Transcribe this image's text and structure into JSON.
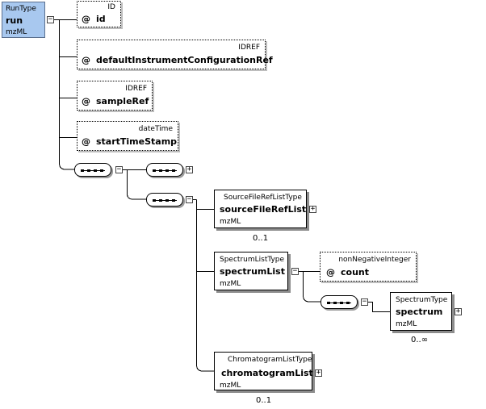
{
  "root": {
    "type": "RunType",
    "name": "run",
    "namespace": "mzML"
  },
  "attributes": [
    {
      "type": "ID",
      "marker": "@",
      "name": "id"
    },
    {
      "type": "IDREF",
      "marker": "@",
      "name": "defaultInstrumentConfigurationRef"
    },
    {
      "type": "IDREF",
      "marker": "@",
      "name": "sampleRef"
    },
    {
      "type": "dateTime",
      "marker": "@",
      "name": "startTimeStamp"
    }
  ],
  "elements": {
    "sourceFileRefList": {
      "type": "SourceFileRefListType",
      "name": "sourceFileRefList",
      "namespace": "mzML",
      "cardinality": "0..1"
    },
    "spectrumList": {
      "type": "SpectrumListType",
      "name": "spectrumList",
      "namespace": "mzML"
    },
    "count": {
      "type": "nonNegativeInteger",
      "marker": "@",
      "name": "count"
    },
    "spectrum": {
      "type": "SpectrumType",
      "name": "spectrum",
      "namespace": "mzML",
      "cardinality": "0..∞"
    },
    "chromatogramList": {
      "type": "ChromatogramListType",
      "name": "chromatogramList",
      "namespace": "mzML",
      "cardinality": "0..1"
    }
  },
  "toggles": {
    "expanded": "−",
    "collapsed": "+"
  },
  "colors": {
    "root_fill": "#a8c8ef",
    "shadow": "#8c8c8c",
    "line": "#000000"
  }
}
